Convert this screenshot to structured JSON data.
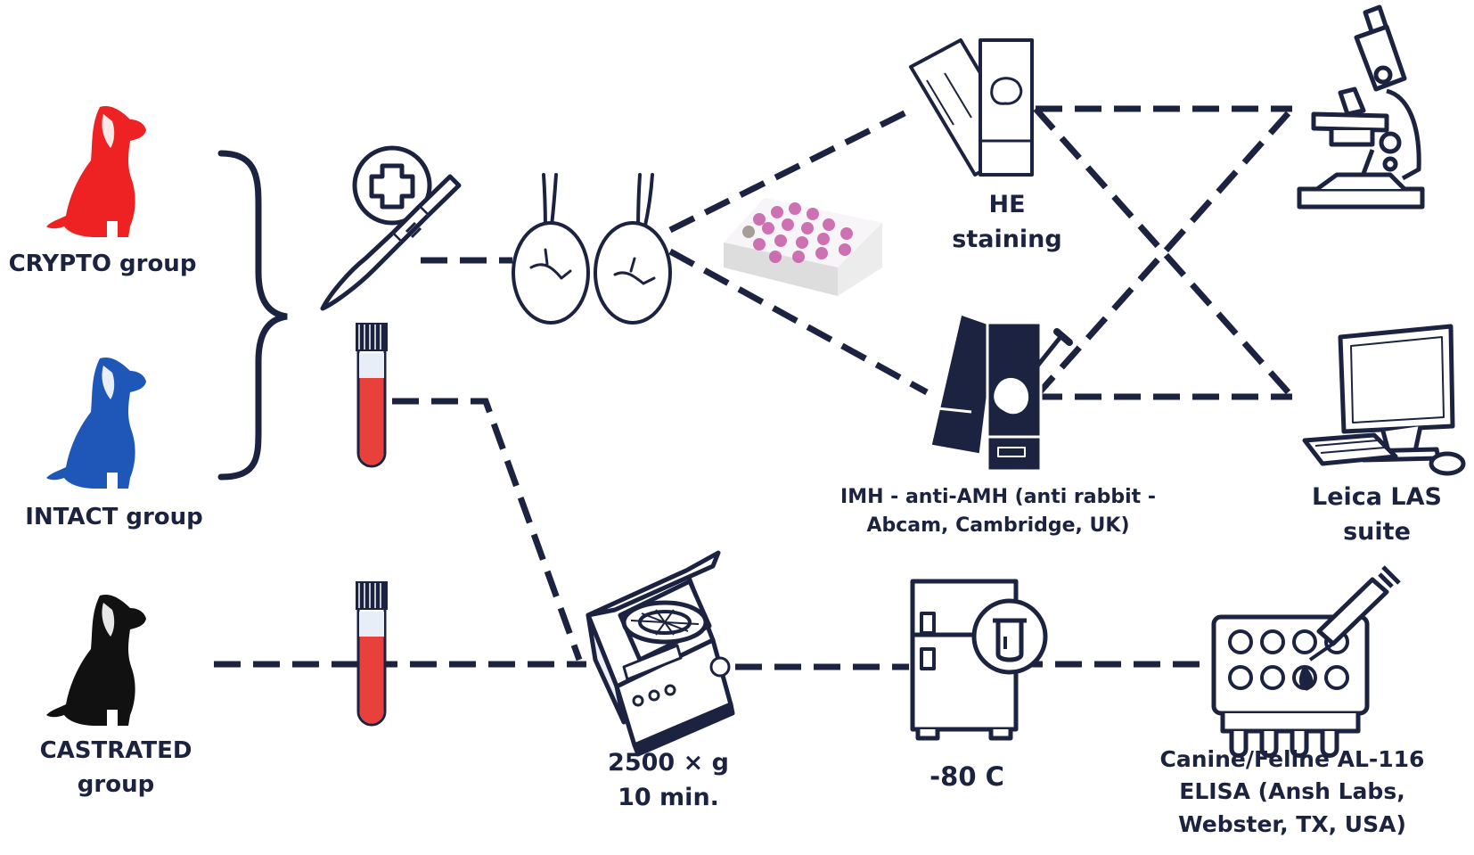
{
  "colors": {
    "navy": "#1c2340",
    "crypto_dog": "#ee2222",
    "intact_dog": "#1f57b8",
    "castrated_dog": "#111111",
    "blood": "#e8413b",
    "tissue_pink": "#c65aa8"
  },
  "groups": {
    "crypto": "CRYPTO group",
    "intact": "INTACT group",
    "castrated_line1": "CASTRATED",
    "castrated_line2": "group"
  },
  "steps": {
    "he_line1": "HE",
    "he_line2": "staining",
    "imh_line1": "IMH - anti-AMH (anti rabbit -",
    "imh_line2": "Abcam, Cambridge, UK)",
    "leica_line1": "Leica LAS",
    "leica_line2": "suite",
    "centrifuge_line1": "2500 × g",
    "centrifuge_line2": "10 min.",
    "freezer": "-80 C",
    "elisa_line1": "Canine/Feline AL-116",
    "elisa_line2": "ELISA (Ansh Labs,",
    "elisa_line3": "Webster, TX, USA)"
  },
  "icons": {
    "dog_crypto": "dog-sitting-icon",
    "dog_intact": "dog-sitting-icon",
    "dog_castrated": "dog-sitting-icon",
    "surgery": "scalpel-medical-cross-icon",
    "testes": "testes-icon",
    "tissue_block": "paraffin-block-icon",
    "he_slides": "glass-slide-icon",
    "imh_slides": "stained-slide-icon",
    "microscope": "microscope-icon",
    "computer": "computer-icon",
    "blood_tube": "blood-tube-icon",
    "centrifuge": "centrifuge-icon",
    "freezer": "freezer-icon",
    "elisa_plate": "elisa-plate-icon"
  }
}
